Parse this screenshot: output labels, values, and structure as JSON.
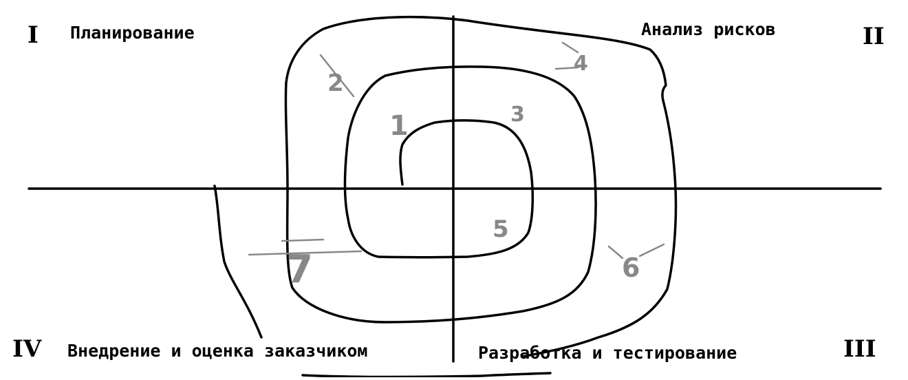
{
  "quadrants": {
    "q1": {
      "numeral": "I",
      "label": "Планирование"
    },
    "q2": {
      "numeral": "II",
      "label": "Анализ рисков"
    },
    "q3": {
      "numeral": "III",
      "label": "Разработка и тестирование"
    },
    "q4": {
      "numeral": "IV",
      "label": "Внедрение и оценка заказчиком"
    }
  },
  "spiral_markers": [
    "1",
    "2",
    "3",
    "4",
    "5",
    "6",
    "7"
  ],
  "colors": {
    "ink": "#000000",
    "marker": "#888888",
    "background": "#ffffff"
  }
}
